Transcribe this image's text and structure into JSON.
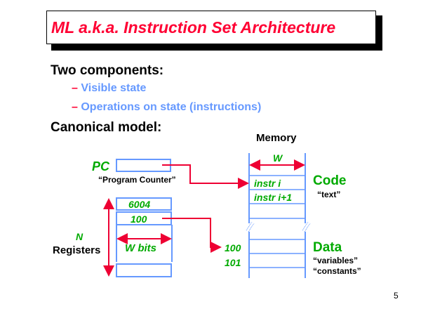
{
  "slide": {
    "title": "ML a.k.a. Instruction Set Architecture",
    "heading_components": "Two components:",
    "bullets": [
      {
        "dash": "–",
        "text": "Visible state"
      },
      {
        "dash": "–",
        "text": "Operations on state (instructions)"
      }
    ],
    "heading_model": "Canonical model:",
    "page_number": "5"
  },
  "diagram": {
    "pc_label": "PC",
    "pc_caption": "“Program Counter”",
    "registers": {
      "values": [
        "6004",
        "100"
      ],
      "n_label": "N",
      "label": "Registers",
      "width_label": "W bits"
    },
    "memory": {
      "title": "Memory",
      "width_label": "W",
      "code_cells": [
        "instr i",
        "instr i+1"
      ],
      "code_label": "Code",
      "code_caption": "“text”",
      "data_addresses": [
        "100",
        "101"
      ],
      "data_label": "Data",
      "data_captions": [
        "“variables”",
        "“constants”"
      ]
    }
  },
  "colors": {
    "title_red": "#ff0033",
    "bullet_blue": "#6699ff",
    "diagram_green": "#00aa00",
    "arrow_red": "#ee0033",
    "box_blue": "#6699ff"
  }
}
